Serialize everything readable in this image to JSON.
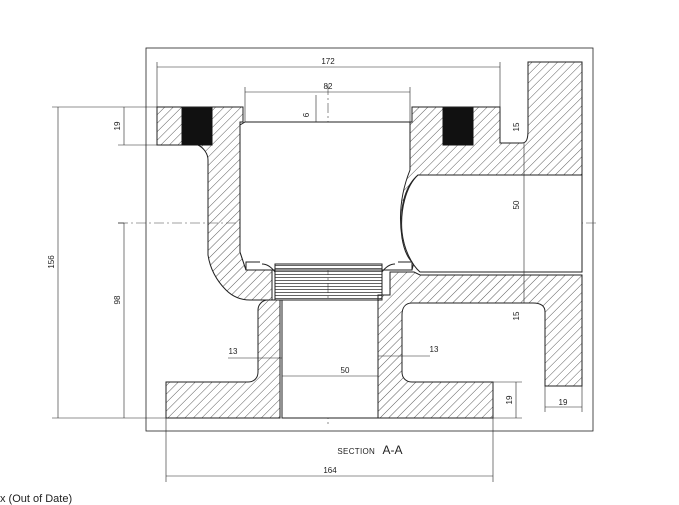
{
  "drawing": {
    "section_prefix": "SECTION",
    "section_name": "A-A",
    "footer_note": "x (Out of Date)",
    "dimensions": {
      "top_width": "172",
      "bore_width": "82",
      "bore_step": "6",
      "flange_thickness_top": "19",
      "overall_height": "156",
      "center_height": "98",
      "right_flange_top": "15",
      "port_height": "50",
      "right_flange_bottom": "15",
      "wall_left": "13",
      "wall_right": "13",
      "bottom_bore": "50",
      "bottom_flange_thickness": "19",
      "right_flange_thickness": "19",
      "base_width": "164"
    },
    "colors": {
      "line": "#222222",
      "hatch": "#333333",
      "fill_dark": "#111111"
    }
  }
}
